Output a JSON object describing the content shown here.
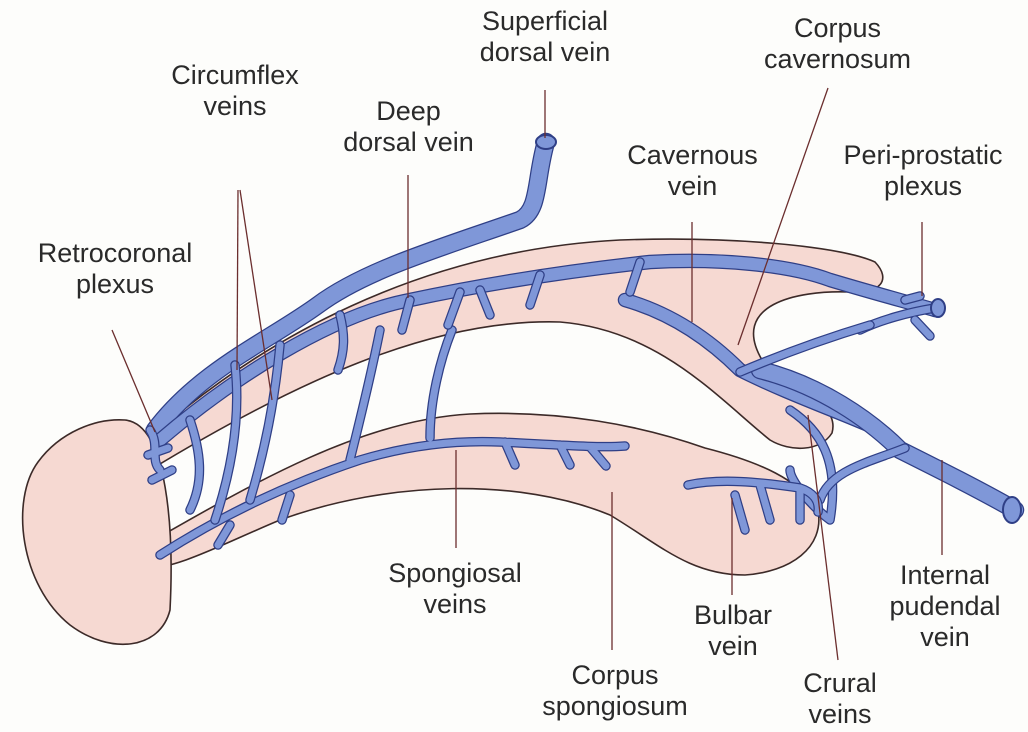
{
  "colors": {
    "background": "#fdfdfb",
    "tissue_fill": "#f6d9d2",
    "tissue_outline": "#3c2a28",
    "vein_fill": "#7f97d8",
    "vein_outline": "#2f3f86",
    "leader_line": "#6b2e2e"
  },
  "labels": {
    "superficial_dorsal_vein": [
      "Superficial",
      "dorsal vein"
    ],
    "corpus_cavernosum": [
      "Corpus",
      "cavernosum"
    ],
    "circumflex_veins": [
      "Circumflex",
      "veins"
    ],
    "deep_dorsal_vein": [
      "Deep",
      "dorsal vein"
    ],
    "cavernous_vein": [
      "Cavernous",
      "vein"
    ],
    "periprostatic_plexus": [
      "Peri-prostatic",
      "plexus"
    ],
    "retrocoronal_plexus": [
      "Retrocoronal",
      "plexus"
    ],
    "spongiosal_veins": [
      "Spongiosal",
      "veins"
    ],
    "internal_pudendal_vein": [
      "Internal",
      "pudendal",
      "vein"
    ],
    "bulbar_vein": [
      "Bulbar",
      "vein"
    ],
    "corpus_spongiosum": [
      "Corpus",
      "spongiosum"
    ],
    "crural_veins": [
      "Crural",
      "veins"
    ]
  }
}
